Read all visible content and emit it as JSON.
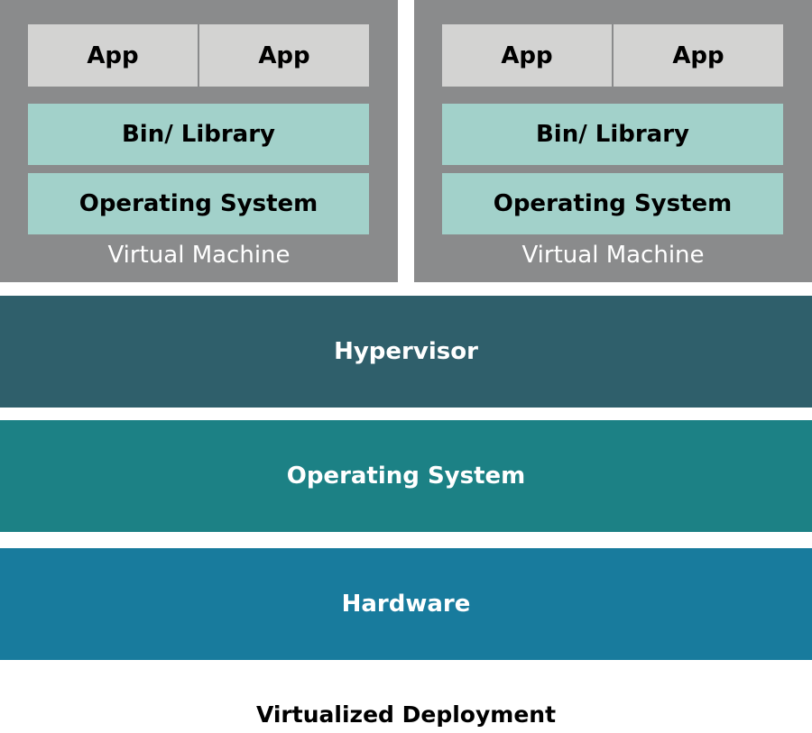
{
  "virtual_machines": [
    {
      "apps": [
        "App",
        "App"
      ],
      "bin_library": "Bin/ Library",
      "operating_system": "Operating System",
      "label": "Virtual Machine"
    },
    {
      "apps": [
        "App",
        "App"
      ],
      "bin_library": "Bin/ Library",
      "operating_system": "Operating System",
      "label": "Virtual Machine"
    }
  ],
  "layers": {
    "hypervisor": "Hypervisor",
    "host_os": "Operating System",
    "hardware": "Hardware"
  },
  "caption": "Virtualized Deployment",
  "colors": {
    "vm_background": "#8a8b8c",
    "app_box": "#d3d3d2",
    "guest_layer": "#a2d1ca",
    "hypervisor": "#2f5f6b",
    "host_os": "#1c8185",
    "hardware": "#187b9d"
  }
}
